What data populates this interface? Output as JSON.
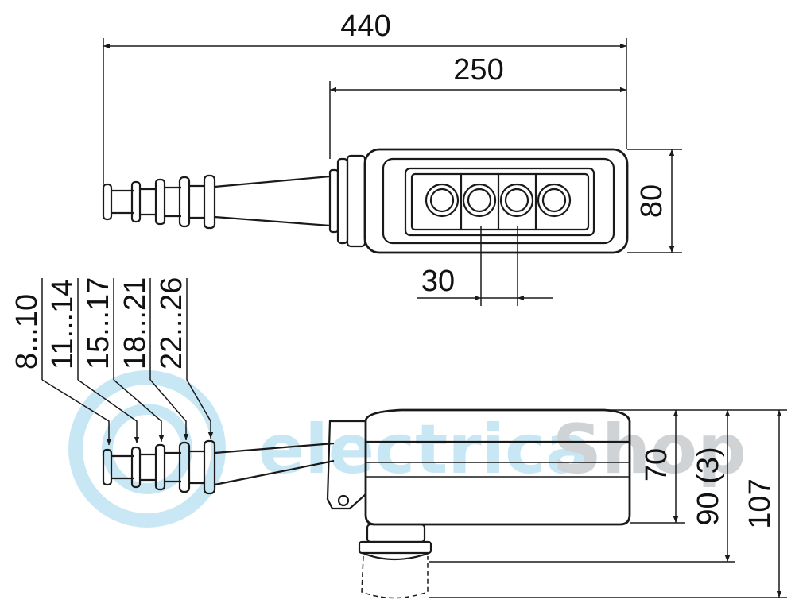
{
  "watermark": {
    "part1": "electrica",
    "part2": "Shop",
    "color1": "#bfe3f3",
    "color2": "#c8ccd0"
  },
  "dimensions": {
    "total_length": "440",
    "body_length": "250",
    "body_width": "80",
    "button_pitch": "30",
    "body_height": "70",
    "height_with_button": "90 (3)",
    "total_height": "107"
  },
  "cable_diameters": [
    "8...10",
    "11...14",
    "15...17",
    "18...21",
    "22...26"
  ],
  "colors": {
    "line": "#1a1a1a",
    "text": "#111111"
  }
}
